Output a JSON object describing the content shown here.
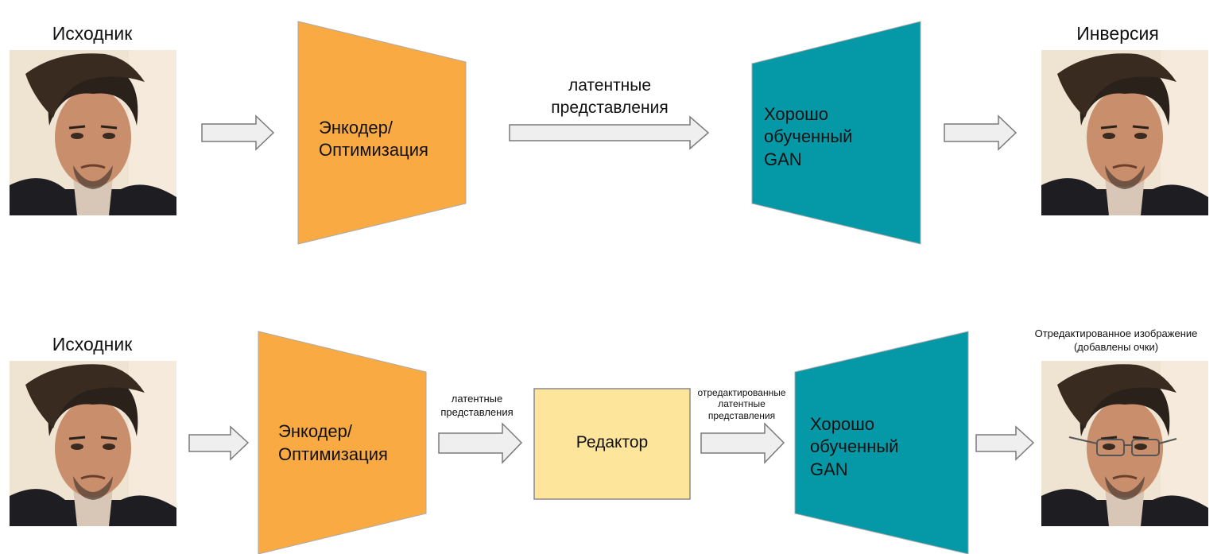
{
  "colors": {
    "encoder": "#f9aa43",
    "gan": "#0598a6",
    "editor": "#fde59c",
    "arrow": "#efefef"
  },
  "top": {
    "source_label": "Исходник",
    "encoder": [
      "Энкодер/",
      "Оптимизация"
    ],
    "latent_label": [
      "латентные",
      "представления"
    ],
    "gan": [
      "Хорошо",
      "обученный",
      "GAN"
    ],
    "output_label": "Инверсия"
  },
  "bottom": {
    "source_label": "Исходник",
    "encoder": [
      "Энкодер/",
      "Оптимизация"
    ],
    "latent_label": [
      "латентные",
      "представления"
    ],
    "editor": "Редактор",
    "edited_latent_label": [
      "отредактированные",
      "латентные",
      "представления"
    ],
    "gan": [
      "Хорошо",
      "обученный",
      "GAN"
    ],
    "output_label": [
      "Отредактированное изображение",
      "(добавлены очки)"
    ]
  }
}
